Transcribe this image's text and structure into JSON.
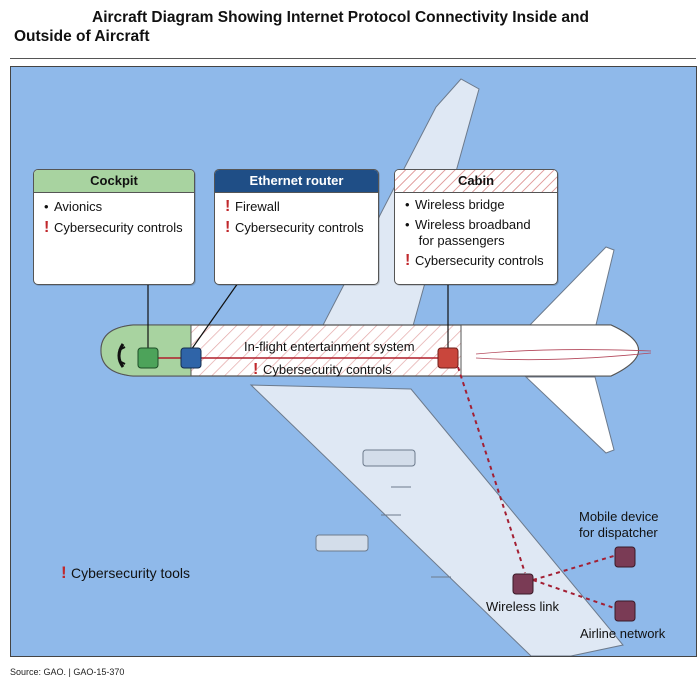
{
  "title": {
    "line1": "Aircraft Diagram Showing Internet Protocol Connectivity Inside and",
    "line2": "Outside of Aircraft"
  },
  "boxes": {
    "cockpit": {
      "header": "Cockpit",
      "items": [
        {
          "marker": "bullet",
          "text": "Avionics"
        },
        {
          "marker": "warning",
          "text": "Cybersecurity controls"
        }
      ]
    },
    "router": {
      "header": "Ethernet router",
      "items": [
        {
          "marker": "warning",
          "text": "Firewall"
        },
        {
          "marker": "warning",
          "text": "Cybersecurity controls"
        }
      ]
    },
    "cabin": {
      "header": "Cabin",
      "items": [
        {
          "marker": "bullet",
          "text": "Wireless bridge"
        },
        {
          "marker": "bullet",
          "text": "Wireless broadband\n for passengers"
        },
        {
          "marker": "warning",
          "text": "Cybersecurity controls"
        }
      ]
    }
  },
  "fuselage": {
    "label": "In-flight entertainment system",
    "controls": "Cybersecurity controls"
  },
  "external": {
    "wireless_link": "Wireless link",
    "mobile_device_line1": "Mobile device",
    "mobile_device_line2": "for dispatcher",
    "airline_network": "Airline network"
  },
  "legend": {
    "cybersecurity_tools": "Cybersecurity tools"
  },
  "source": "Source: GAO.  |  GAO-15-370",
  "markers": {
    "bullet": "•",
    "warning": "!"
  },
  "colors": {
    "sky": "#8fb9ea",
    "cockpit": "#a8d3a0",
    "router": "#1f4e86",
    "cabin_hatch": "#e3a6a6",
    "connection_red": "#b01e2a",
    "warning": "#c0282c",
    "device": "#7a3b55"
  }
}
